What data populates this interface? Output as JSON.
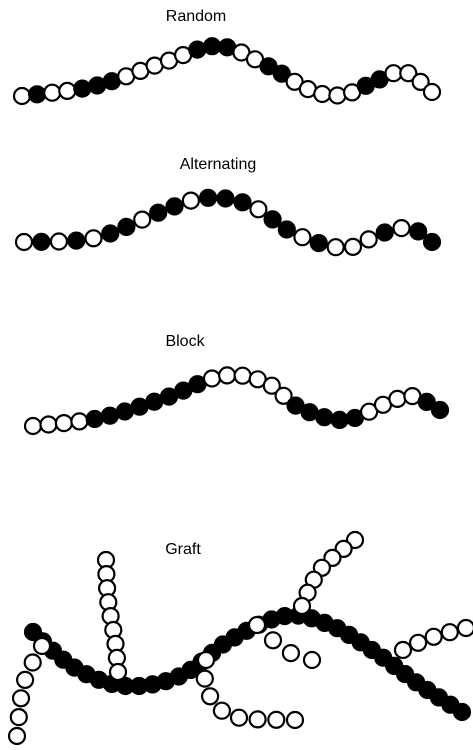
{
  "diagram": {
    "panels": [
      {
        "id": "random",
        "title": "Random",
        "sequence": "OBOOBBBOOOOOBBBOOBBOOOOOBBOOOO"
      },
      {
        "id": "alternating",
        "title": "Alternating",
        "sequence": "OBOBOBBOBBOBBBOBBOBOOOBOBB"
      },
      {
        "id": "block",
        "title": "Block",
        "sequence": "OOOOBBBBBBBBOOOOOOBBBBBOOOOBB"
      },
      {
        "id": "graft",
        "title": "Graft",
        "backbone": "B",
        "branches": "O"
      }
    ],
    "colors": {
      "filled": "#000000",
      "open": "#ffffff",
      "stroke": "#000000"
    }
  }
}
